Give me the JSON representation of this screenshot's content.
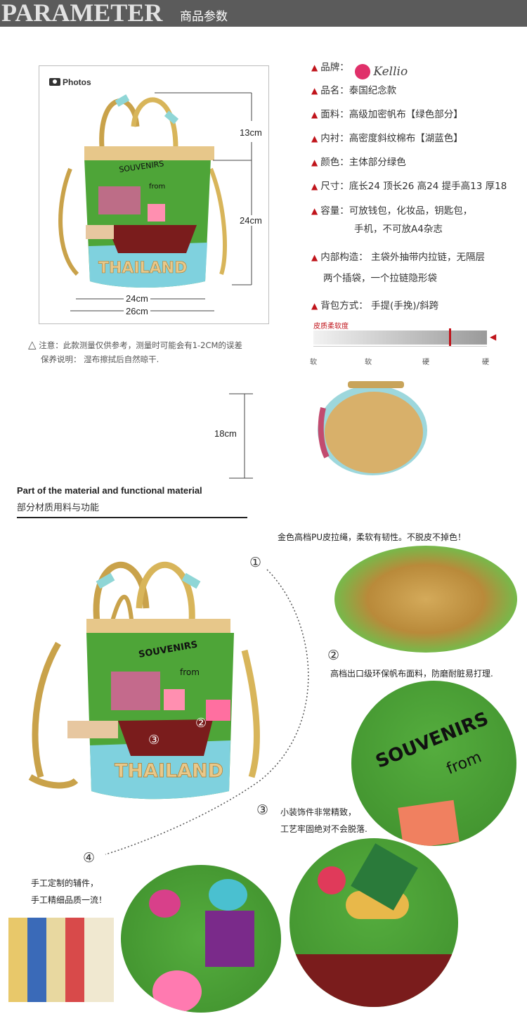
{
  "header": {
    "title_en": "PARAMETER",
    "title_cn": "商品参数"
  },
  "photo": {
    "label": "Photos",
    "dim_handle": "13cm",
    "dim_body": "24cm",
    "dim_bottom": "24cm",
    "dim_top": "26cm",
    "dim_depth": "18cm",
    "bag_text_top": "SOUVENIRS",
    "bag_text_from": "from",
    "bag_text_bottom": "THAILAND"
  },
  "params": [
    {
      "key": "品牌：",
      "value": ""
    },
    {
      "key": "品名：",
      "value": "泰国纪念款"
    },
    {
      "key": "面料：",
      "value": "高级加密帆布【绿色部分】"
    },
    {
      "key": "内衬：",
      "value": "高密度斜纹棉布【湖蓝色】"
    },
    {
      "key": "颜色：",
      "value": "主体部分绿色"
    },
    {
      "key": "尺寸：",
      "value": "底长24 顶长26 高24 提手高13 厚18"
    },
    {
      "key": "容量：",
      "value": "可放钱包，化妆品，钥匙包，",
      "value2": "手机，不可放A4杂志"
    },
    {
      "key": "内部构造：",
      "value": " 主袋外抽带内拉链，无隔层",
      "value2": "两个插袋，一个拉链隐形袋"
    },
    {
      "key": "背包方式：",
      "value": " 手提(手挽)/斜跨"
    }
  ],
  "brand": {
    "logo_text": "Kellio"
  },
  "softness": {
    "title": "皮质柔软度",
    "ticks": [
      "软",
      "软",
      "硬",
      "硬"
    ],
    "level": 0.78
  },
  "notes": {
    "line1": "注意：此款测量仅供参考，测量时可能会有1-2CM的误差",
    "line2": "保养说明： 湿布擦拭后自然晾干."
  },
  "section": {
    "en": "Part of the material and functional material",
    "cn": "部分材质用料与功能"
  },
  "callouts": [
    {
      "num": "①",
      "text": "金色高档PU皮拉绳，柔软有韧性。不脱皮不掉色！"
    },
    {
      "num": "②",
      "text": "高档出口级环保帆布面料，防磨耐脏易打理."
    },
    {
      "num": "③",
      "text": "小装饰件非常精致，",
      "text2": "工艺牢固绝对不会脱落."
    },
    {
      "num": "④",
      "text": "手工定制的辅件，",
      "text2": "手工精细品质一流！"
    }
  ],
  "markers": [
    "②",
    "③",
    "④"
  ],
  "colors": {
    "accent": "#c0141b",
    "canvas_green": "#4a9e34",
    "header_bg": "#5b5b5b"
  }
}
